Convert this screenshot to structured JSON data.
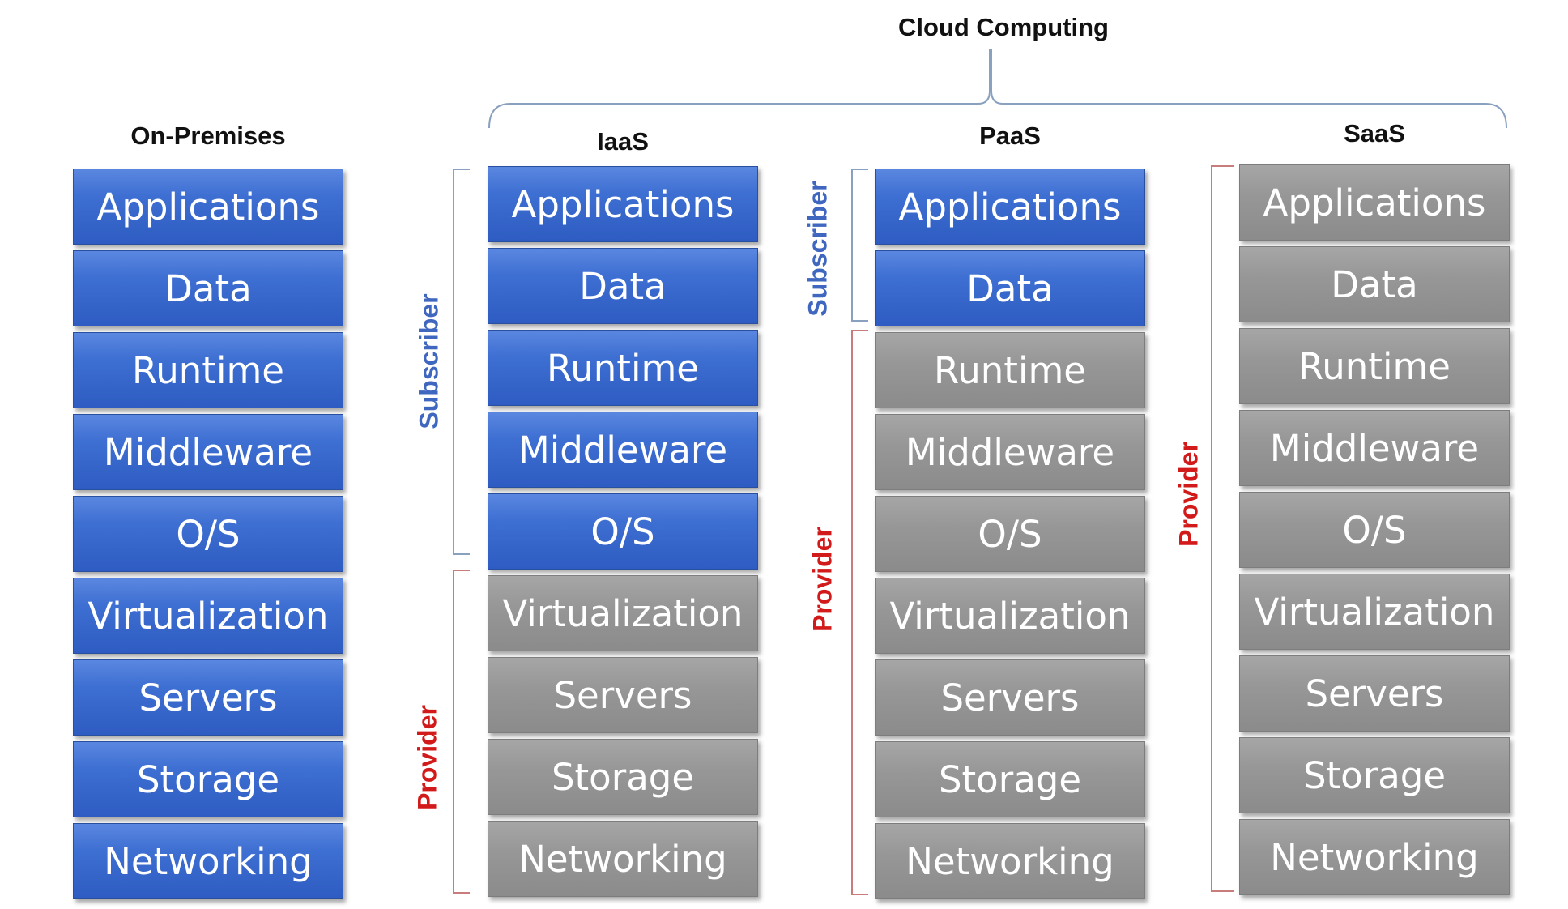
{
  "title": "Cloud Computing",
  "colors": {
    "subscriber_managed": "#3f6fd1",
    "provider_managed": "#969696",
    "subscriber_label": "#3f67bf",
    "provider_label": "#d21a1a",
    "bracket": "#8aa0bf"
  },
  "labels": {
    "subscriber": "Subscriber",
    "provider": "Provider"
  },
  "models": [
    {
      "name": "On-Premises",
      "layers": [
        {
          "label": "Applications",
          "managed_by": "subscriber"
        },
        {
          "label": "Data",
          "managed_by": "subscriber"
        },
        {
          "label": "Runtime",
          "managed_by": "subscriber"
        },
        {
          "label": "Middleware",
          "managed_by": "subscriber"
        },
        {
          "label": "O/S",
          "managed_by": "subscriber"
        },
        {
          "label": "Virtualization",
          "managed_by": "subscriber"
        },
        {
          "label": "Servers",
          "managed_by": "subscriber"
        },
        {
          "label": "Storage",
          "managed_by": "subscriber"
        },
        {
          "label": "Networking",
          "managed_by": "subscriber"
        }
      ]
    },
    {
      "name": "IaaS",
      "layers": [
        {
          "label": "Applications",
          "managed_by": "subscriber"
        },
        {
          "label": "Data",
          "managed_by": "subscriber"
        },
        {
          "label": "Runtime",
          "managed_by": "subscriber"
        },
        {
          "label": "Middleware",
          "managed_by": "subscriber"
        },
        {
          "label": "O/S",
          "managed_by": "subscriber"
        },
        {
          "label": "Virtualization",
          "managed_by": "provider"
        },
        {
          "label": "Servers",
          "managed_by": "provider"
        },
        {
          "label": "Storage",
          "managed_by": "provider"
        },
        {
          "label": "Networking",
          "managed_by": "provider"
        }
      ]
    },
    {
      "name": "PaaS",
      "layers": [
        {
          "label": "Applications",
          "managed_by": "subscriber"
        },
        {
          "label": "Data",
          "managed_by": "subscriber"
        },
        {
          "label": "Runtime",
          "managed_by": "provider"
        },
        {
          "label": "Middleware",
          "managed_by": "provider"
        },
        {
          "label": "O/S",
          "managed_by": "provider"
        },
        {
          "label": "Virtualization",
          "managed_by": "provider"
        },
        {
          "label": "Servers",
          "managed_by": "provider"
        },
        {
          "label": "Storage",
          "managed_by": "provider"
        },
        {
          "label": "Networking",
          "managed_by": "provider"
        }
      ]
    },
    {
      "name": "SaaS",
      "layers": [
        {
          "label": "Applications",
          "managed_by": "provider"
        },
        {
          "label": "Data",
          "managed_by": "provider"
        },
        {
          "label": "Runtime",
          "managed_by": "provider"
        },
        {
          "label": "Middleware",
          "managed_by": "provider"
        },
        {
          "label": "O/S",
          "managed_by": "provider"
        },
        {
          "label": "Virtualization",
          "managed_by": "provider"
        },
        {
          "label": "Servers",
          "managed_by": "provider"
        },
        {
          "label": "Storage",
          "managed_by": "provider"
        },
        {
          "label": "Networking",
          "managed_by": "provider"
        }
      ]
    }
  ]
}
